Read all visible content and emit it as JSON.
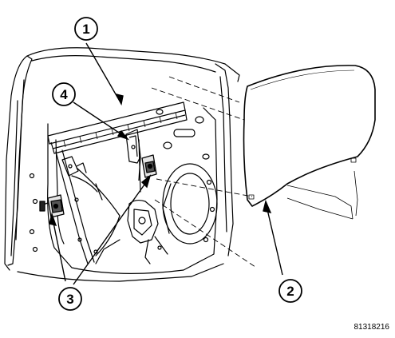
{
  "callouts": [
    {
      "id": "c1",
      "label": "1"
    },
    {
      "id": "c2",
      "label": "2"
    },
    {
      "id": "c3",
      "label": "3"
    },
    {
      "id": "c4",
      "label": "4"
    }
  ],
  "figure_id": "81318216"
}
